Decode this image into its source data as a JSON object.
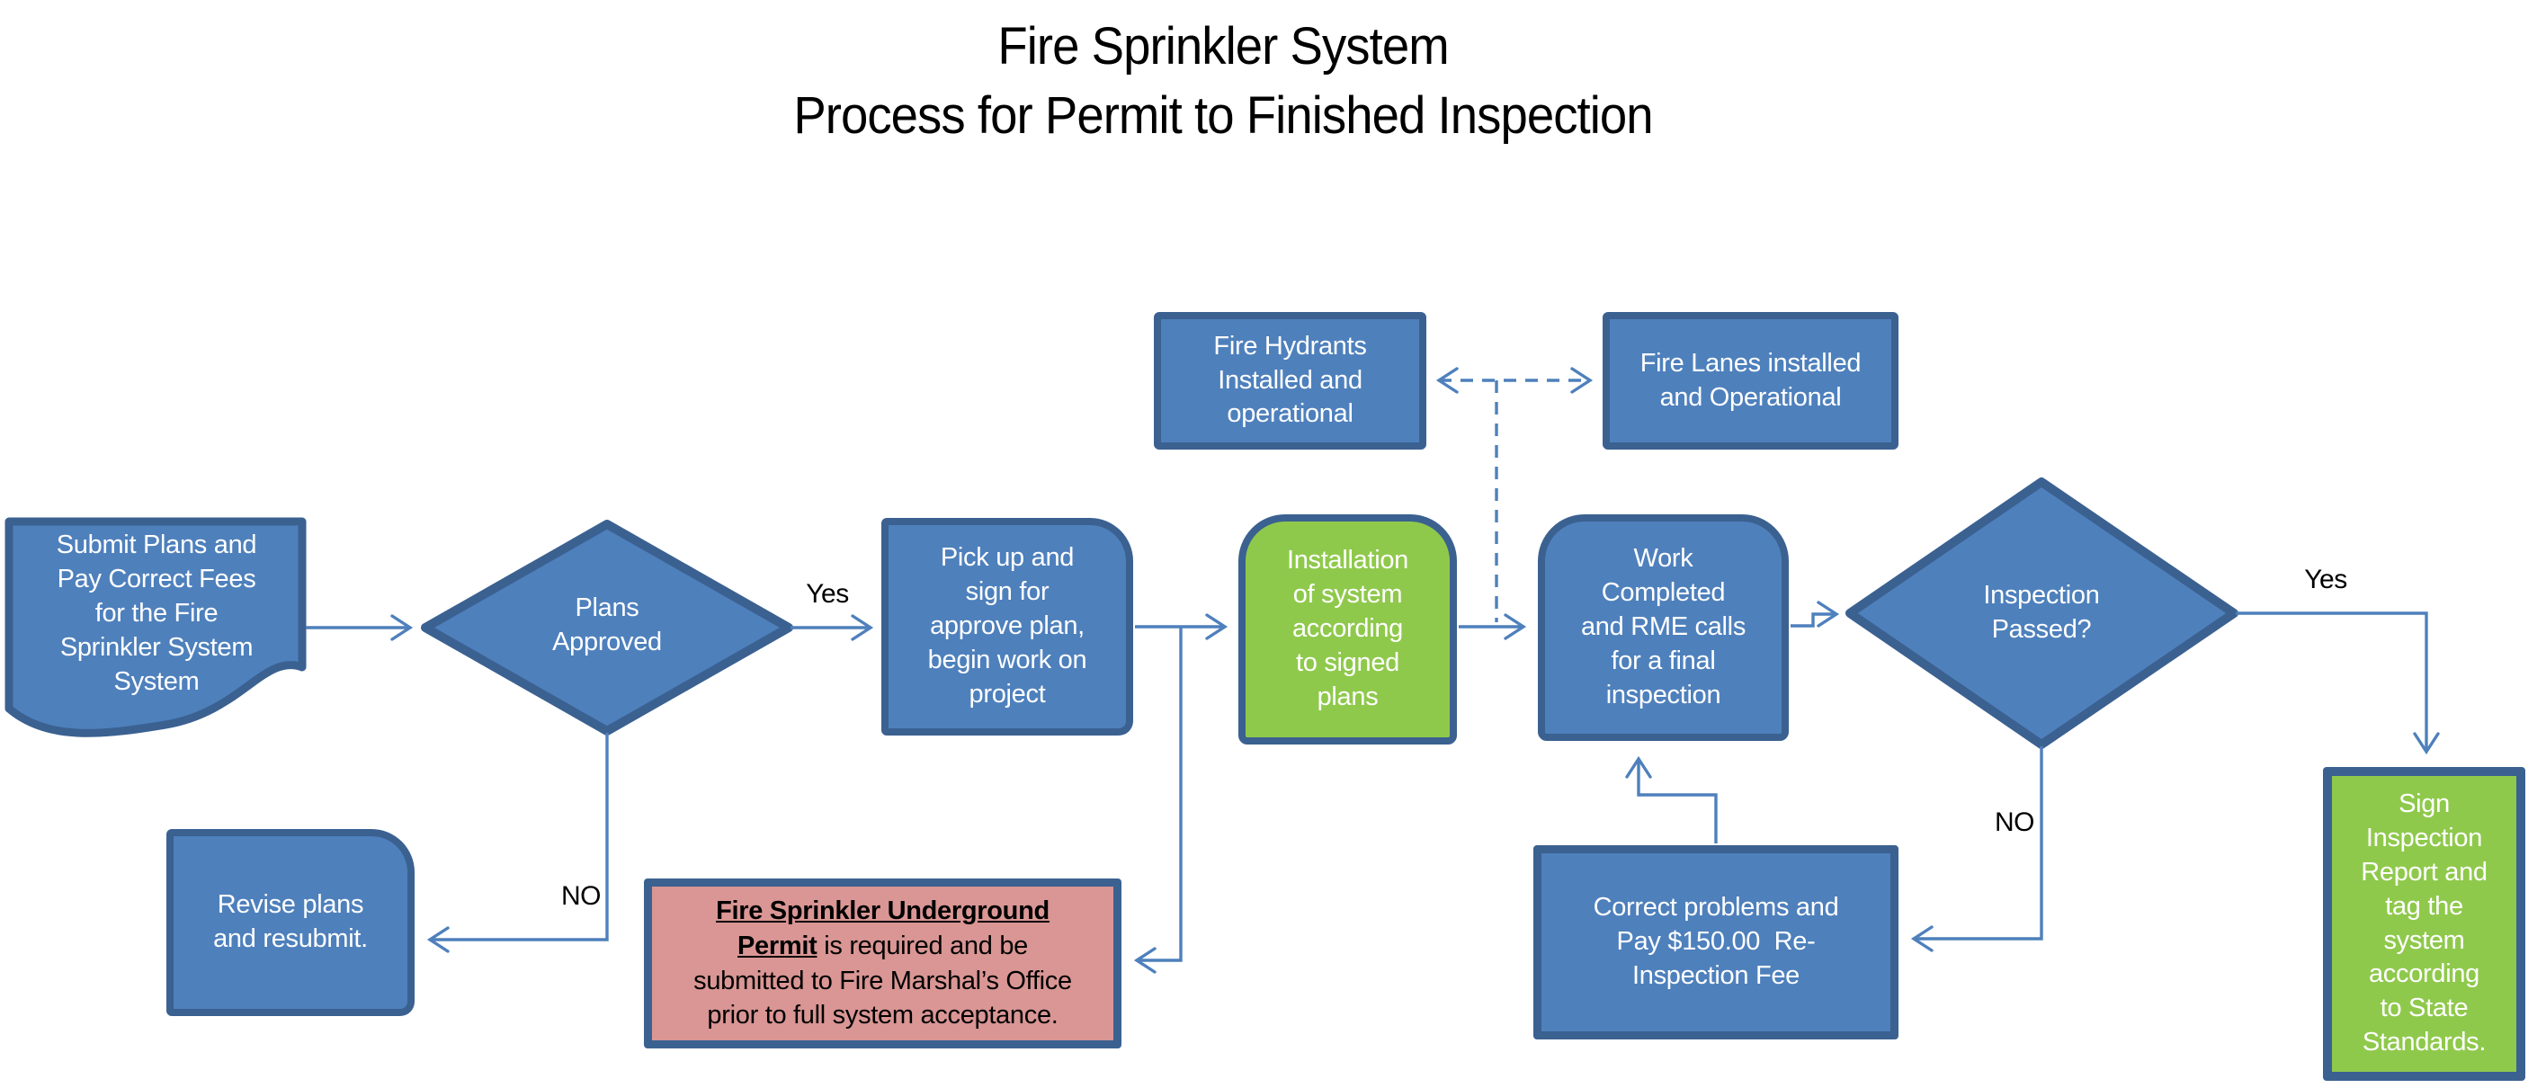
{
  "title": {
    "line1": "Fire Sprinkler System",
    "line2": "Process for Permit to Finished Inspection"
  },
  "nodes": {
    "submit": {
      "text": "Submit Plans and\nPay Correct Fees\nfor the Fire\nSprinkler System\nSystem"
    },
    "plans_approved": {
      "text": "Plans\nApproved"
    },
    "pickup": {
      "text": "Pick up and\nsign for\napprove plan,\nbegin work on\nproject"
    },
    "installation": {
      "text": "Installation\nof system\naccording\nto signed\nplans"
    },
    "work_completed": {
      "text": "Work\nCompleted\nand RME calls\nfor a final\ninspection"
    },
    "inspection_passed": {
      "text": "Inspection\nPassed?"
    },
    "sign_report": {
      "text": "Sign\nInspection\nReport and\ntag the\nsystem\naccording\nto State\nStandards."
    },
    "correct_problems": {
      "text": "Correct problems and\nPay $150.00  Re-\nInspection Fee"
    },
    "revise": {
      "text": "Revise plans\nand resubmit."
    },
    "fire_hydrants": {
      "text": "Fire Hydrants\nInstalled and\noperational"
    },
    "fire_lanes": {
      "text": "Fire Lanes installed\nand Operational"
    },
    "underground_permit": {
      "line1_bold": "Fire Sprinkler Underground",
      "line2_bold": "Permit",
      "line2_rest": " is required and be",
      "line3": "submitted to Fire Marshal’s Office",
      "line4": "prior to full system acceptance."
    }
  },
  "labels": {
    "yes_plans": "Yes",
    "no_plans": "NO",
    "yes_inspection": "Yes",
    "no_inspection": "NO"
  },
  "colors": {
    "node_blue_fill": "#4E80BC",
    "node_border_blue": "#3B6191",
    "green_fill": "#8FC94C",
    "pink_fill": "#D99694",
    "connector_blue": "#4E80BC",
    "node_text": "#FFFFFF",
    "label_text": "#000000"
  }
}
